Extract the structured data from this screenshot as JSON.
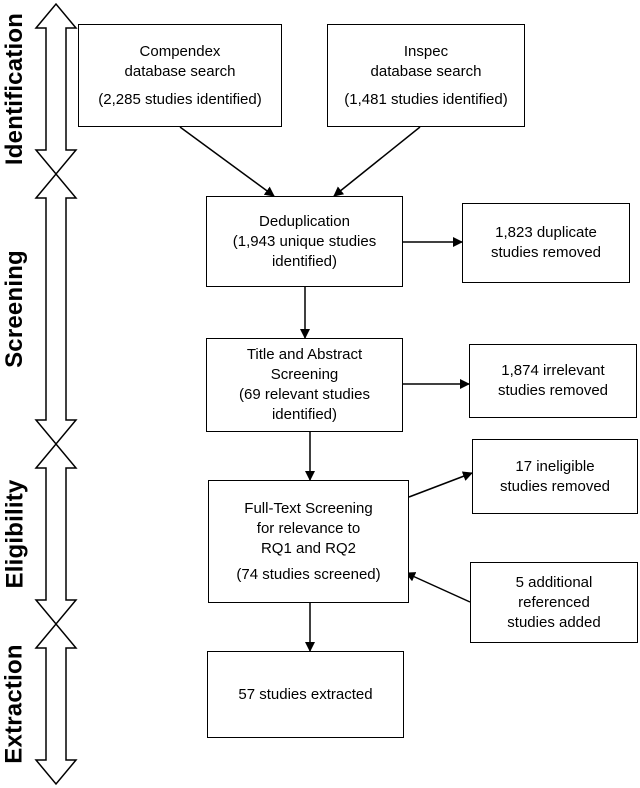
{
  "stages": [
    "Identification",
    "Screening",
    "Eligibility",
    "Extraction"
  ],
  "boxes": {
    "compendex": [
      "Compendex",
      "database search",
      "",
      "(2,285 studies identified)"
    ],
    "inspec": [
      "Inspec",
      "database search",
      "",
      "(1,481 studies identified)"
    ],
    "dedup": [
      "Deduplication",
      "(1,943 unique studies",
      "identified)"
    ],
    "dup_removed": [
      "1,823 duplicate",
      "studies removed"
    ],
    "title_abstract": [
      "Title and Abstract",
      "Screening",
      "(69 relevant studies",
      "identified)"
    ],
    "irrelevant_removed": [
      "1,874 irrelevant",
      "studies removed"
    ],
    "fulltext": [
      "Full-Text Screening",
      "for relevance to",
      "RQ1 and RQ2",
      "(74 studies screened)"
    ],
    "ineligible_removed": [
      "17 ineligible",
      "studies removed"
    ],
    "additional_added": [
      "5 additional",
      "referenced",
      "studies added"
    ],
    "extracted": [
      "57 studies extracted"
    ]
  }
}
